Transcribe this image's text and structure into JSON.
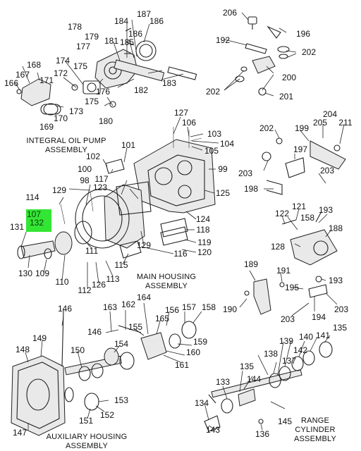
{
  "highlight_color": "#33E633",
  "highlighted_callout": "132",
  "sections": {
    "integral_oil_pump": [
      "INTEGRAL OIL PUMP",
      "ASSEMBLY"
    ],
    "main_housing": [
      "MAIN HOUSING",
      "ASSEMBLY"
    ],
    "auxiliary_housing": [
      "AUXILIARY HOUSING",
      "ASSEMBLY"
    ],
    "range_cylinder": [
      "RANGE",
      "CYLINDER",
      "ASSEMBLY"
    ]
  },
  "callouts": {
    "c178": "178",
    "c179": "179",
    "c177": "177",
    "c184": "184",
    "c187": "187",
    "c186a": "186",
    "c186b": "186",
    "c181": "181",
    "c185": "185",
    "c174": "174",
    "c168": "168",
    "c167": "167",
    "c166": "166",
    "c171": "171",
    "c172": "172",
    "c175a": "175",
    "c176": "176",
    "c182": "182",
    "c183": "183",
    "c173": "173",
    "c170": "170",
    "c169": "169",
    "c175b": "175",
    "c180": "180",
    "c206": "206",
    "c196": "196",
    "c192": "192",
    "c202a": "202",
    "c200": "200",
    "c202b": "202",
    "c201": "201",
    "c127": "127",
    "c106": "106",
    "c103": "103",
    "c104": "104",
    "c105": "105",
    "c101": "101",
    "c102": "102",
    "c100": "100",
    "c99": "99",
    "c98": "98",
    "c129a": "129",
    "c117": "117",
    "c123": "123",
    "c125": "125",
    "c114": "114",
    "c107": "107",
    "c132": "132",
    "c131": "131",
    "c124": "124",
    "c118": "118",
    "c119": "119",
    "c120": "120",
    "c129b": "129",
    "c116": "116",
    "c111": "111",
    "c115": "115",
    "c130": "130",
    "c109": "109",
    "c110": "110",
    "c112": "112",
    "c126": "126",
    "c113": "113",
    "c202c": "202",
    "c204": "204",
    "c205": "205",
    "c211": "211",
    "c199": "199",
    "c197": "197",
    "c203a": "203",
    "c203b": "203",
    "c198": "198",
    "c122": "122",
    "c121": "121",
    "c158a": "158",
    "c193a": "193",
    "c188": "188",
    "c128": "128",
    "c189": "189",
    "c191": "191",
    "c195": "195",
    "c193b": "193",
    "c190": "190",
    "c203c": "203",
    "c194": "194",
    "c203d": "203",
    "c146a": "146",
    "c163": "163",
    "c162": "162",
    "c164": "164",
    "c156": "156",
    "c157": "157",
    "c158b": "158",
    "c146b": "146",
    "c155": "155",
    "c165": "165",
    "c159": "159",
    "c160": "160",
    "c161": "161",
    "c149": "149",
    "c148": "148",
    "c150": "150",
    "c154": "154",
    "c153": "153",
    "c147": "147",
    "c151": "151",
    "c152": "152",
    "c135a": "135",
    "c139": "139",
    "c140": "140",
    "c141": "141",
    "c142": "142",
    "c138": "138",
    "c137": "137",
    "c135b": "135",
    "c133": "133",
    "c144": "144",
    "c134": "134",
    "c143": "143",
    "c145": "145",
    "c136": "136"
  }
}
